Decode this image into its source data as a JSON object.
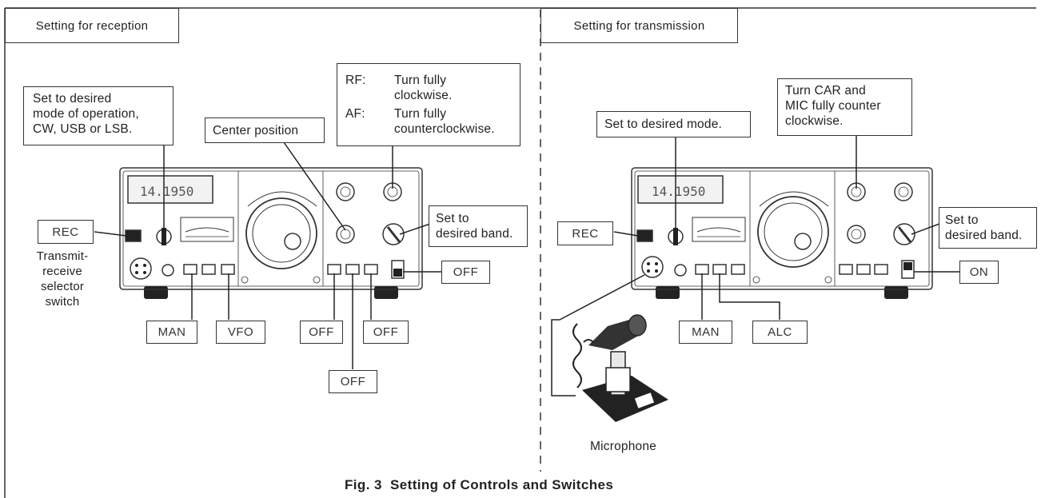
{
  "figure": {
    "caption": "Fig. 3  Setting of Controls and Switches",
    "panels": {
      "reception": {
        "title": "Setting for reception",
        "callouts": {
          "mode": "Set to desired\nmode of operation,\nCW, USB or LSB.",
          "center": "Center position",
          "rf_label": "RF:",
          "rf_text": "Turn fully\nclockwise.",
          "af_label": "AF:",
          "af_text": "Turn fully\ncounterclockwise.",
          "band": "Set to\ndesired band.",
          "selector": "Transmit-\nreceive\nselector\nswitch"
        },
        "tags": {
          "rec": "REC",
          "man": "MAN",
          "vfo": "VFO",
          "power_off": "OFF",
          "off1": "OFF",
          "off2": "OFF",
          "off3": "OFF"
        },
        "display": "14.1950"
      },
      "transmission": {
        "title": "Setting for transmission",
        "callouts": {
          "mode": "Set to desired mode.",
          "car_mic": "Turn CAR and\nMIC fully counter\nclockwise.",
          "band": "Set to\ndesired band.",
          "microphone": "Microphone"
        },
        "tags": {
          "rec": "REC",
          "man": "MAN",
          "alc": "ALC",
          "power_on": "ON"
        },
        "display": "14.1950"
      }
    }
  }
}
